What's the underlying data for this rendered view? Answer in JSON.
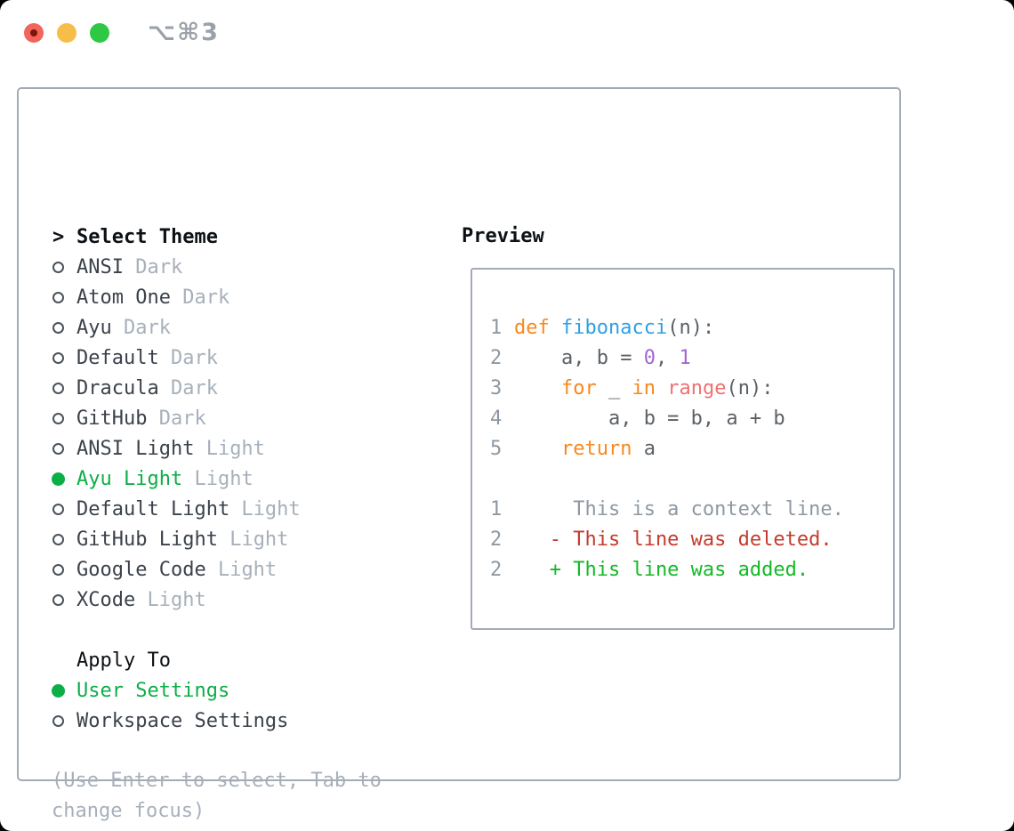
{
  "titlebar": {
    "shortcut": "⌥⌘3"
  },
  "panel": {
    "header_marker": ">",
    "header": "Select Theme",
    "themes": [
      {
        "name": "ANSI",
        "variant": "Dark",
        "selected": false
      },
      {
        "name": "Atom One",
        "variant": "Dark",
        "selected": false
      },
      {
        "name": "Ayu",
        "variant": "Dark",
        "selected": false
      },
      {
        "name": "Default",
        "variant": "Dark",
        "selected": false
      },
      {
        "name": "Dracula",
        "variant": "Dark",
        "selected": false
      },
      {
        "name": "GitHub",
        "variant": "Dark",
        "selected": false
      },
      {
        "name": "ANSI Light",
        "variant": "Light",
        "selected": false
      },
      {
        "name": "Ayu Light",
        "variant": "Light",
        "selected": true
      },
      {
        "name": "Default Light",
        "variant": "Light",
        "selected": false
      },
      {
        "name": "GitHub Light",
        "variant": "Light",
        "selected": false
      },
      {
        "name": "Google Code",
        "variant": "Light",
        "selected": false
      },
      {
        "name": "XCode",
        "variant": "Light",
        "selected": false
      }
    ],
    "apply_to": {
      "label": "Apply To",
      "options": [
        {
          "name": "User Settings",
          "selected": true
        },
        {
          "name": "Workspace Settings",
          "selected": false
        }
      ]
    },
    "hint_lines": [
      "(Use Enter to select, Tab to",
      "change focus)"
    ]
  },
  "preview": {
    "title": "Preview",
    "code_lines": [
      {
        "ln": "1",
        "tokens": [
          {
            "c": "kw",
            "t": "def"
          },
          {
            "c": "fg",
            "t": " "
          },
          {
            "c": "fn",
            "t": "fibonacci"
          },
          {
            "c": "fg",
            "t": "(n):"
          }
        ]
      },
      {
        "ln": "2",
        "tokens": [
          {
            "c": "fg",
            "t": "    a, b = "
          },
          {
            "c": "num",
            "t": "0"
          },
          {
            "c": "fg",
            "t": ", "
          },
          {
            "c": "num",
            "t": "1"
          }
        ]
      },
      {
        "ln": "3",
        "tokens": [
          {
            "c": "fg",
            "t": "    "
          },
          {
            "c": "kw",
            "t": "for"
          },
          {
            "c": "fg",
            "t": " _ "
          },
          {
            "c": "kw",
            "t": "in"
          },
          {
            "c": "fg",
            "t": " "
          },
          {
            "c": "call",
            "t": "range"
          },
          {
            "c": "fg",
            "t": "(n):"
          }
        ]
      },
      {
        "ln": "4",
        "tokens": [
          {
            "c": "fg",
            "t": "        a, b = b, a + b"
          }
        ]
      },
      {
        "ln": "5",
        "tokens": [
          {
            "c": "fg",
            "t": "    "
          },
          {
            "c": "kw",
            "t": "return"
          },
          {
            "c": "fg",
            "t": " a"
          }
        ]
      }
    ],
    "diff_lines": [
      {
        "ln": "1",
        "kind": "ctx",
        "text": "     This is a context line."
      },
      {
        "ln": "2",
        "kind": "del",
        "text": "   - This line was deleted."
      },
      {
        "ln": "2",
        "kind": "add",
        "text": "   + This line was added."
      }
    ]
  },
  "colors": {
    "selection_green": "#0cae47",
    "keyword_orange": "#f8871e",
    "function_blue": "#2fa0e3",
    "number_purple": "#a266d4",
    "call_coral": "#f07171",
    "diff_deleted_red": "#c43b2c",
    "diff_added_green": "#12ba25",
    "muted_gray": "#a7b0ba",
    "panel_border_gray": "#a3abb5",
    "traffic_red": "#f2655c",
    "traffic_yellow": "#f7bd49",
    "traffic_green": "#2fc845"
  }
}
